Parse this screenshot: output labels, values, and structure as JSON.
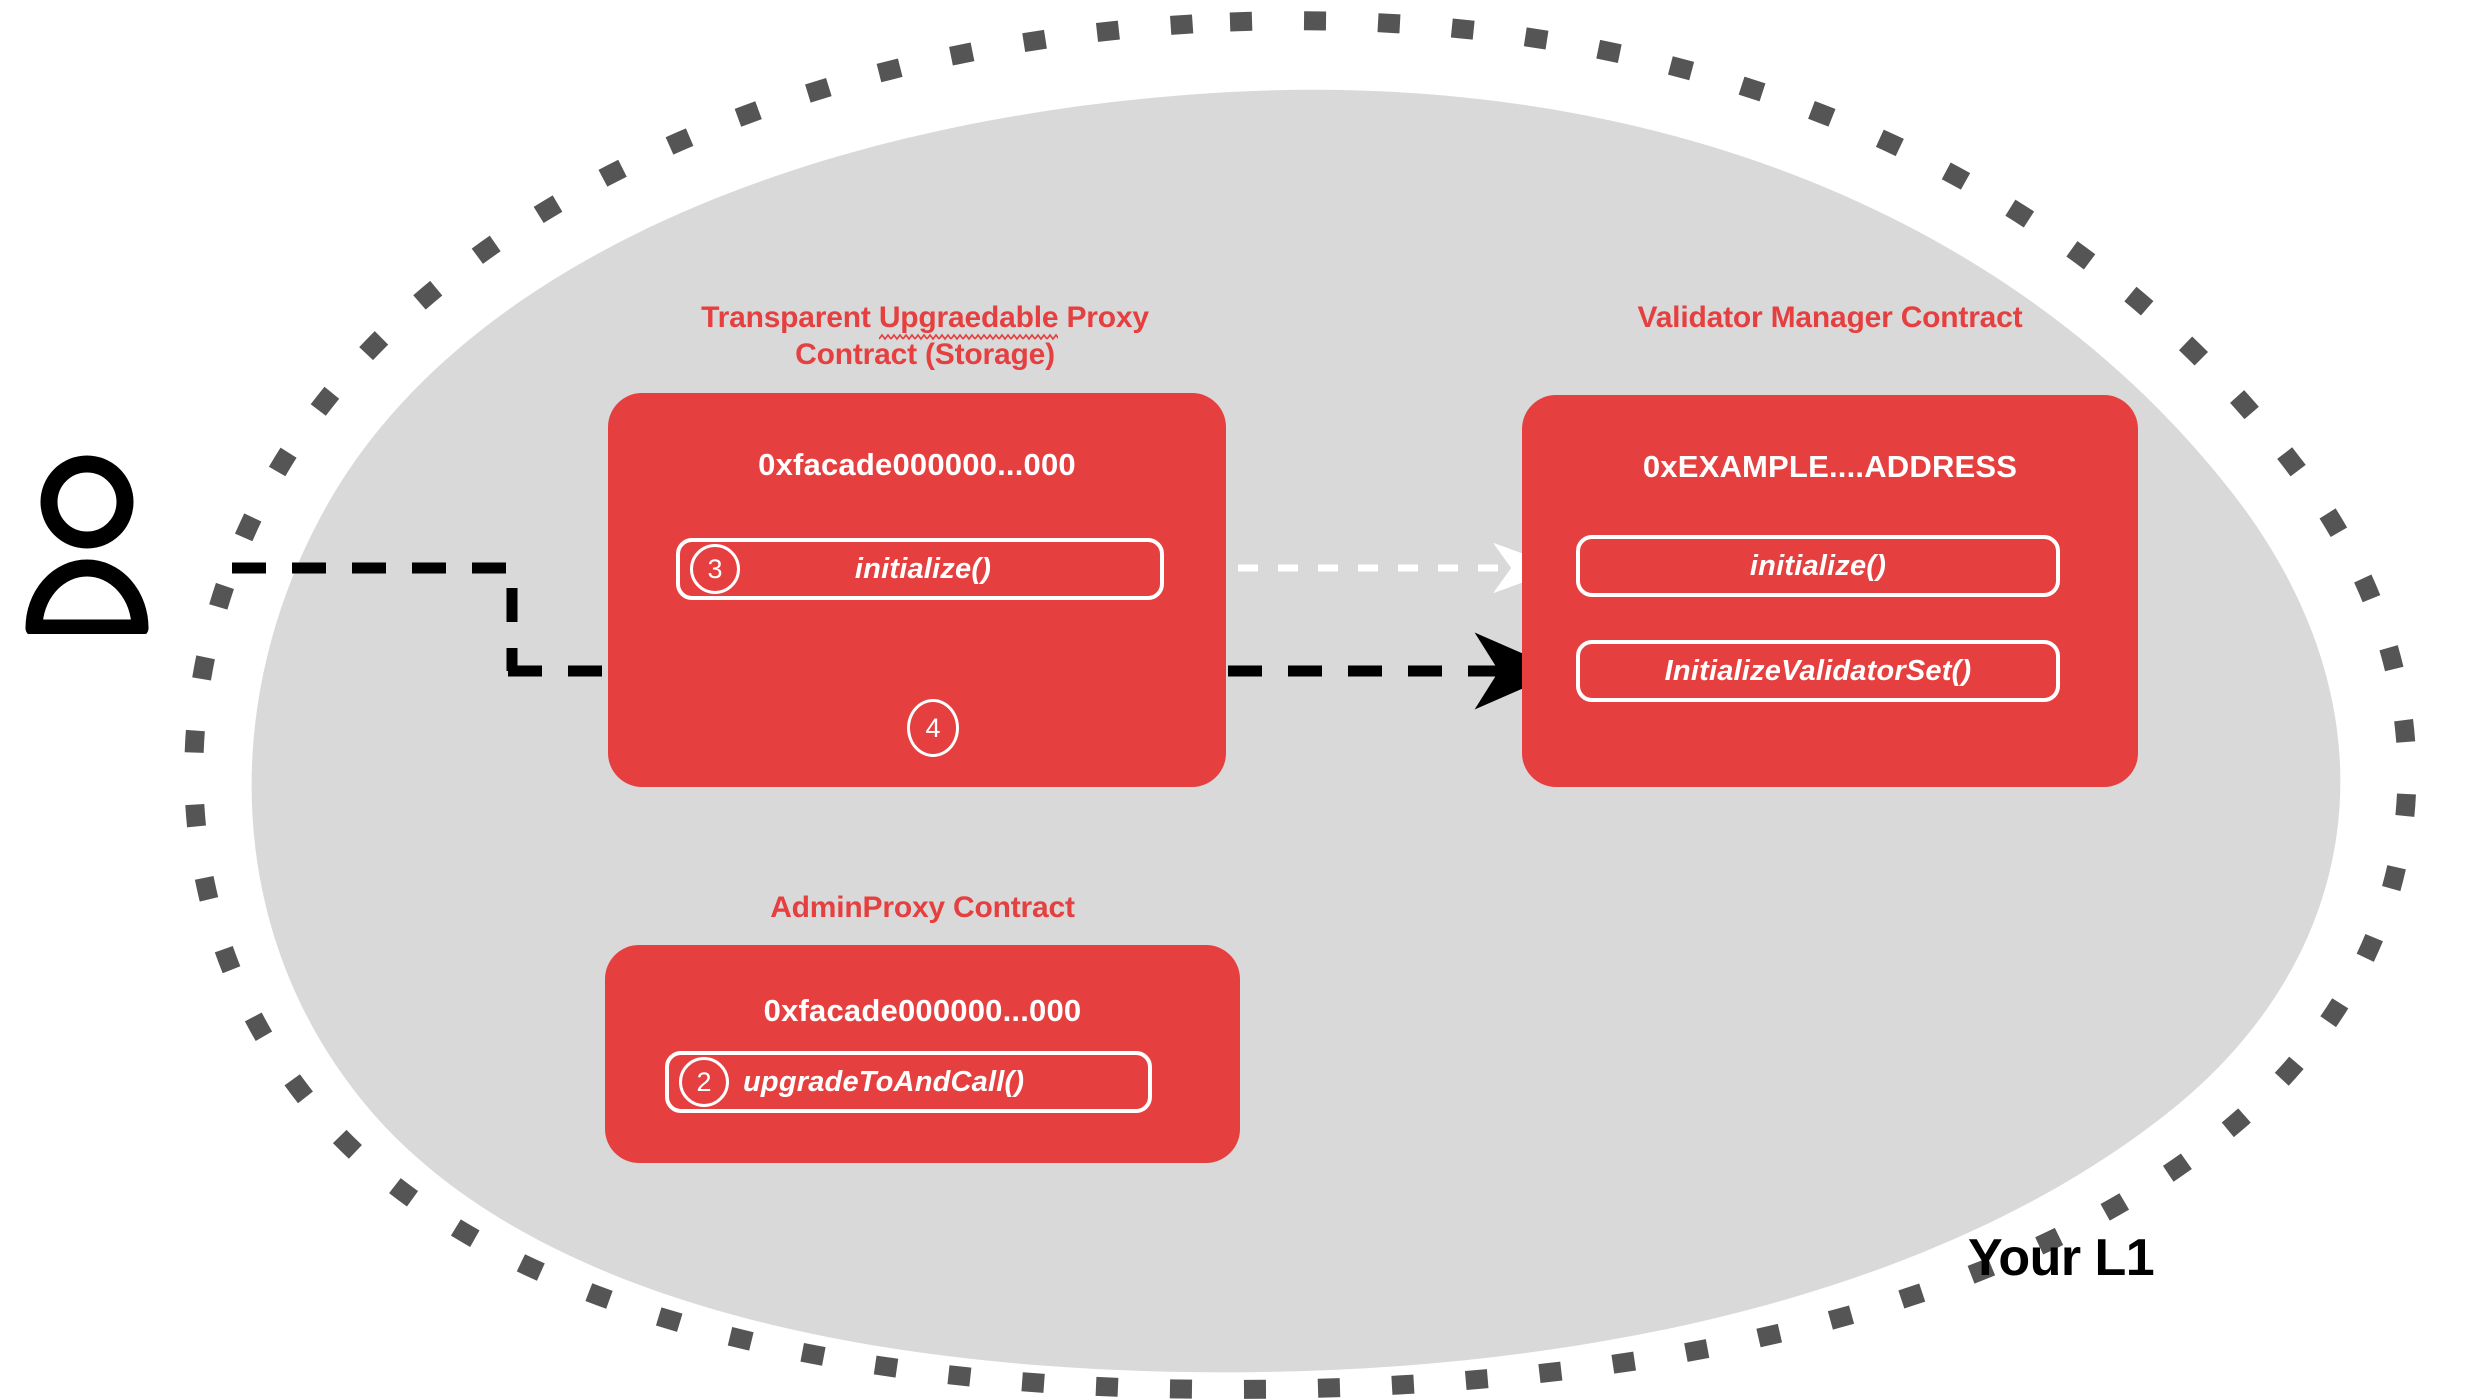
{
  "diagram": {
    "region_label": "Your L1",
    "colors": {
      "contract_red": "#e63f3f",
      "region_fill": "#d9d9d9",
      "region_border": "#555555",
      "actor": "#000000",
      "wire_black": "#000000",
      "wire_white": "#ffffff"
    },
    "actor": {
      "name": "user-actor",
      "icon": "person-icon"
    },
    "nodes": [
      {
        "id": "transparent-proxy",
        "title_line1": "Transparent ",
        "title_misspelled": "Upgraedable",
        "title_line1_tail": " Proxy",
        "title_line2": "Contract (Storage)",
        "address": "0xfacade000000...000",
        "methods": [
          {
            "step": "3",
            "label": "initialize()",
            "align": "centered"
          }
        ],
        "floating_step": "4"
      },
      {
        "id": "validator-manager",
        "title": "Validator Manager Contract",
        "address": "0xEXAMPLE....ADDRESS",
        "methods": [
          {
            "step": "",
            "label": "initialize()",
            "align": "centered"
          },
          {
            "step": "",
            "label": "InitializeValidatorSet()",
            "align": "centered"
          }
        ]
      },
      {
        "id": "admin-proxy",
        "title": "AdminProxy  Contract",
        "address": "0xfacade000000...000",
        "methods": [
          {
            "step": "2",
            "label": "upgradeToAndCall()",
            "align": "lead"
          }
        ]
      }
    ],
    "connections": [
      {
        "id": "user-to-proxy-initialize",
        "from": "user-actor",
        "to": "transparent-proxy.initialize()",
        "style": "dashed-black"
      },
      {
        "id": "proxy-initialize-to-vm-initialize",
        "from": "transparent-proxy.initialize()",
        "to": "validator-manager.initialize()",
        "style": "dashed-white"
      },
      {
        "id": "user-to-vm-initialize-validator-set",
        "from": "user-actor",
        "to": "validator-manager.InitializeValidatorSet()",
        "style": "dashed-black"
      }
    ]
  }
}
